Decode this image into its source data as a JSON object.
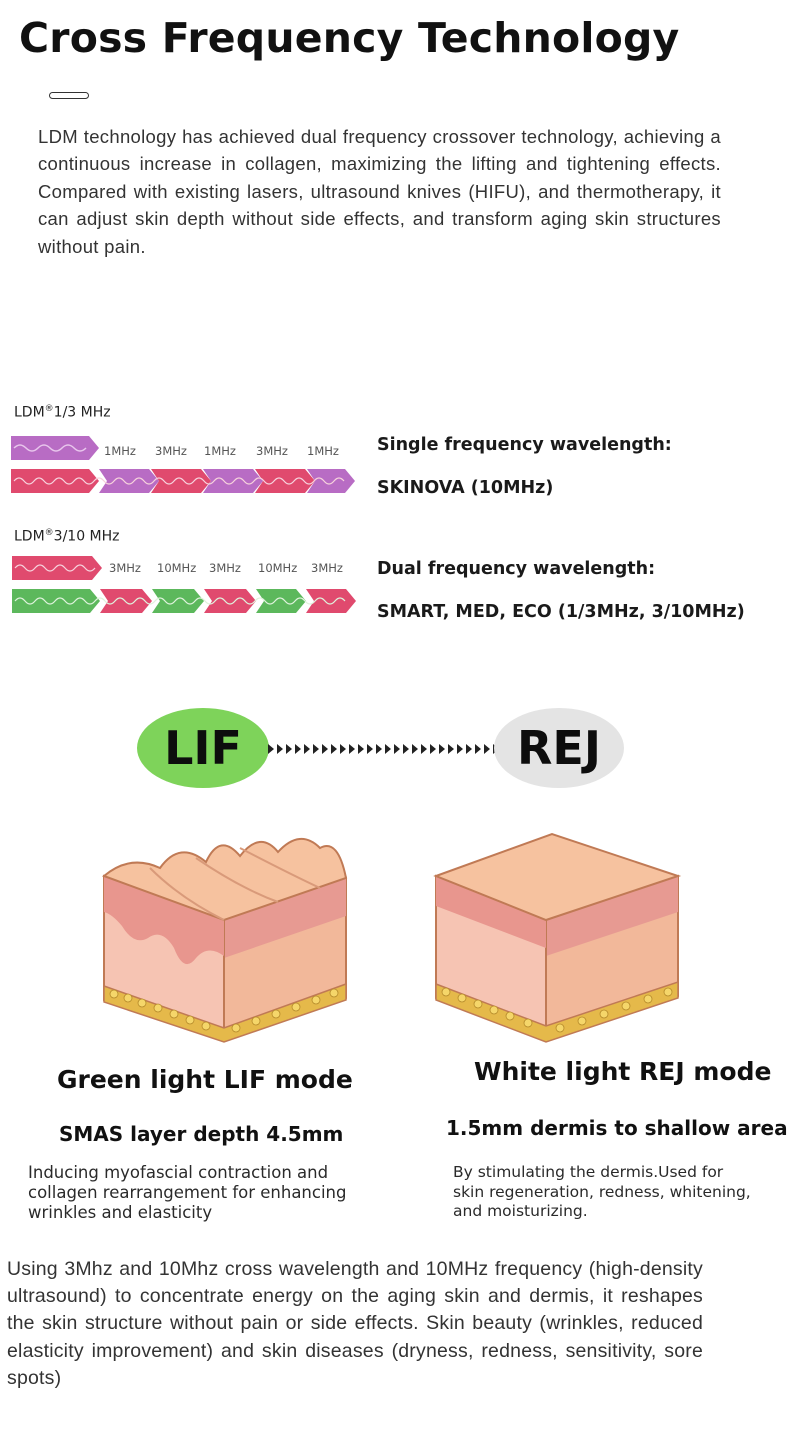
{
  "header": {
    "title": "Cross Frequency Technology",
    "intro": "LDM technology has achieved dual frequency crossover technology, achieving a continuous increase in collagen, maximizing the lifting and tightening effects. Compared with existing lasers, ultrasound knives (HIFU), and thermotherapy, it can adjust skin depth without side effects, and transform aging skin structures without pain."
  },
  "frequency_diagrams": [
    {
      "label_prefix": "LDM",
      "label_mark": "®",
      "label_value": "1/3 MHz",
      "mhz_labels": [
        "1MHz",
        "3MHz",
        "1MHz",
        "3MHz",
        "1MHz"
      ],
      "heading": "Single frequency wavelength:",
      "models": "SKINOVA (10MHz)"
    },
    {
      "label_prefix": "LDM",
      "label_mark": "®",
      "label_value": "3/10 MHz",
      "mhz_labels": [
        "3MHz",
        "10MHz",
        "3MHz",
        "10MHz",
        "3MHz"
      ],
      "heading": "Dual frequency wavelength:",
      "models": "SMART, MED, ECO (1/3MHz, 3/10MHz)"
    }
  ],
  "mode_flow": {
    "from": "LIF",
    "to": "REJ"
  },
  "modes": [
    {
      "title": "Green light LIF mode",
      "subtitle": "SMAS layer depth 4.5mm",
      "description": "Inducing myofascial contraction and collagen rearrangement for enhancing wrinkles and elasticity"
    },
    {
      "title": "White light REJ mode",
      "subtitle": "1.5mm dermis to shallow area",
      "description": "By stimulating the dermis.Used for skin regeneration, redness, whitening, and moisturizing."
    }
  ],
  "footer": {
    "text": "Using 3Mhz and 10Mhz cross wavelength and 10MHz frequency (high-density ultrasound) to concentrate energy on the aging skin and dermis, it reshapes the skin structure without pain or side effects. Skin beauty (wrinkles, reduced elasticity improvement) and skin diseases (dryness, redness, sensitivity, sore spots)"
  },
  "colors": {
    "purple": "#b86cc4",
    "pink": "#e04a6e",
    "green": "#5cb85c",
    "lif_badge": "#7ed35a",
    "rej_badge": "#e4e4e4"
  }
}
